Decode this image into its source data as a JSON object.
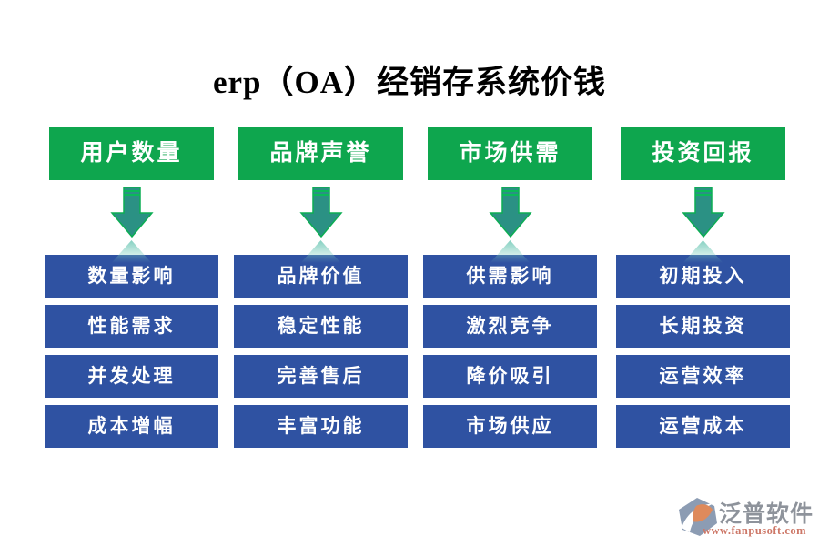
{
  "title": "erp（OA）经销存系统价钱",
  "columns": [
    {
      "header": "用户数量",
      "items": [
        "数量影响",
        "性能需求",
        "并发处理",
        "成本增幅"
      ]
    },
    {
      "header": "品牌声誉",
      "items": [
        "品牌价值",
        "稳定性能",
        "完善售后",
        "丰富功能"
      ]
    },
    {
      "header": "市场供需",
      "items": [
        "供需影响",
        "激烈竞争",
        "降价吸引",
        "市场供应"
      ]
    },
    {
      "header": "投资回报",
      "items": [
        "初期投入",
        "长期投资",
        "运营效率",
        "运营成本"
      ]
    }
  ],
  "footer": {
    "brand": "泛普软件",
    "url": "www.fanpusoft.com"
  },
  "colors": {
    "header_green": "#0EA64E",
    "box_blue": "#2F52A2",
    "arrow_teal": "#2B9184",
    "arrow_stripe_green": "#0BBA58",
    "brand_gray": "#8E939B",
    "url_red": "#CD7767"
  }
}
